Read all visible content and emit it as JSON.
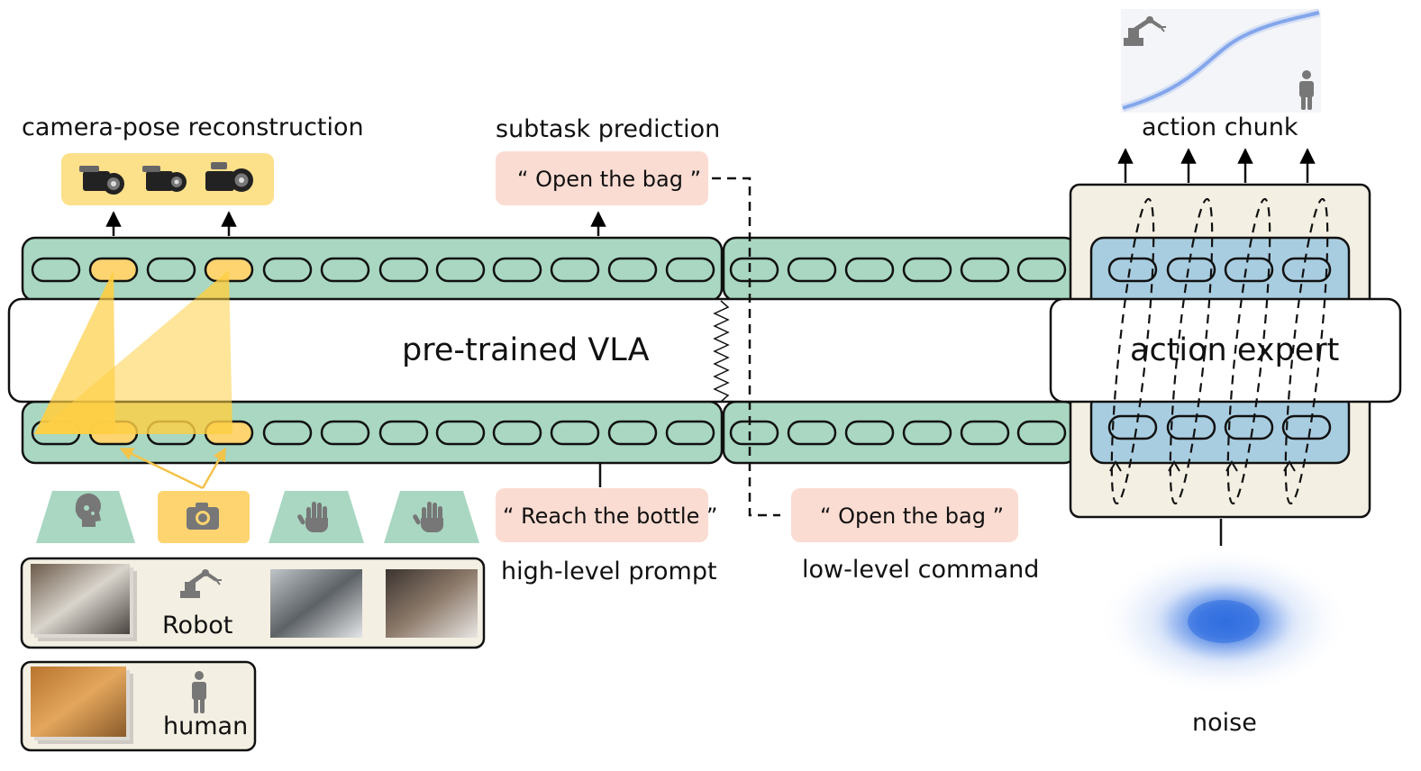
{
  "labels": {
    "camera_pose": "camera-pose reconstruction",
    "subtask_prediction": "subtask prediction",
    "action_chunk": "action chunk",
    "high_level_prompt": "high-level prompt",
    "low_level_command": "low-level command",
    "noise": "noise"
  },
  "vla_label": "pre-trained VLA",
  "action_expert_label": "action expert",
  "prompts": {
    "subtask_output": "“ Open the bag ”",
    "high_level": "“ Reach the bottle ”",
    "low_level": "“ Open the bag ”"
  },
  "data_sources": {
    "robot": "Robot",
    "human": "human"
  },
  "icons": [
    "brain-icon",
    "camera-icon",
    "hand-icon",
    "hand-icon",
    "video-camera-icon",
    "robot-arm-icon",
    "person-icon"
  ],
  "colors": {
    "token_strip": "#a9d7c1",
    "token_highlight": "#fdd470",
    "camera_box": "#fde08a",
    "prompt_box": "#fbdcd2",
    "expert_outer": "#f3efe2",
    "expert_inner": "#a9cde0",
    "noise": "#2f6ee0",
    "trajectory": "#4d7fe3"
  }
}
